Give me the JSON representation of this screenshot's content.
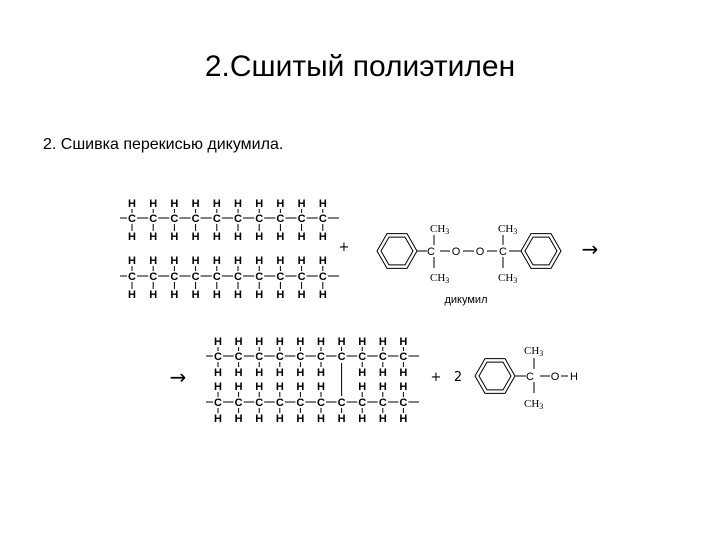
{
  "slide": {
    "title": "2.Сшитый полиэтилен",
    "subtitle": "2. Сшивка перекисью дикумила."
  },
  "chem": {
    "H": "H",
    "C": "C",
    "O": "O",
    "CH3": "CH",
    "sub3": "3",
    "plus": "+",
    "two": "2",
    "arrow": "→",
    "dash": "–",
    "dicumyl_label": "дикумил"
  }
}
